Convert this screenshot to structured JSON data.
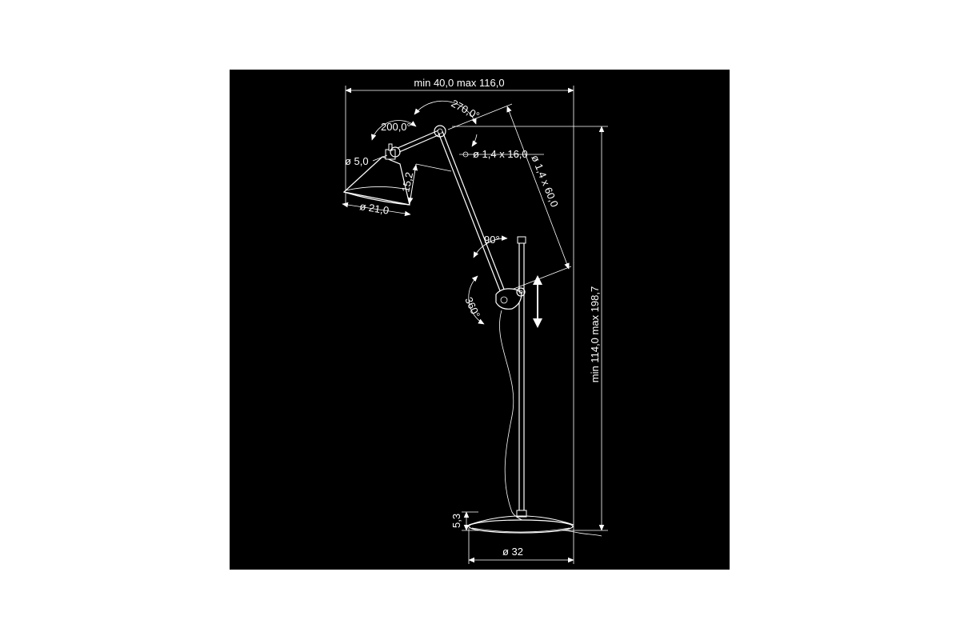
{
  "colors": {
    "page_background": "#ffffff",
    "panel_background": "#000000",
    "line": "#ffffff",
    "lampshade_fill": "#000000"
  },
  "labels": {
    "width_range": "min 40,0   max 116,0",
    "height_range": "min 114,0  max 198,7",
    "angle_270": "270,0°",
    "angle_200": "200,0°",
    "angle_90": "90°",
    "angle_360": "360°",
    "arm_short": "ø 1,4 x 16,0",
    "arm_long": "ø 1,4 x 60,0",
    "socket_diameter": "ø 5,0",
    "shade_depth": "15,2",
    "shade_diameter": "ø 21,0",
    "base_height": "5,3",
    "base_diameter": "ø 32"
  }
}
